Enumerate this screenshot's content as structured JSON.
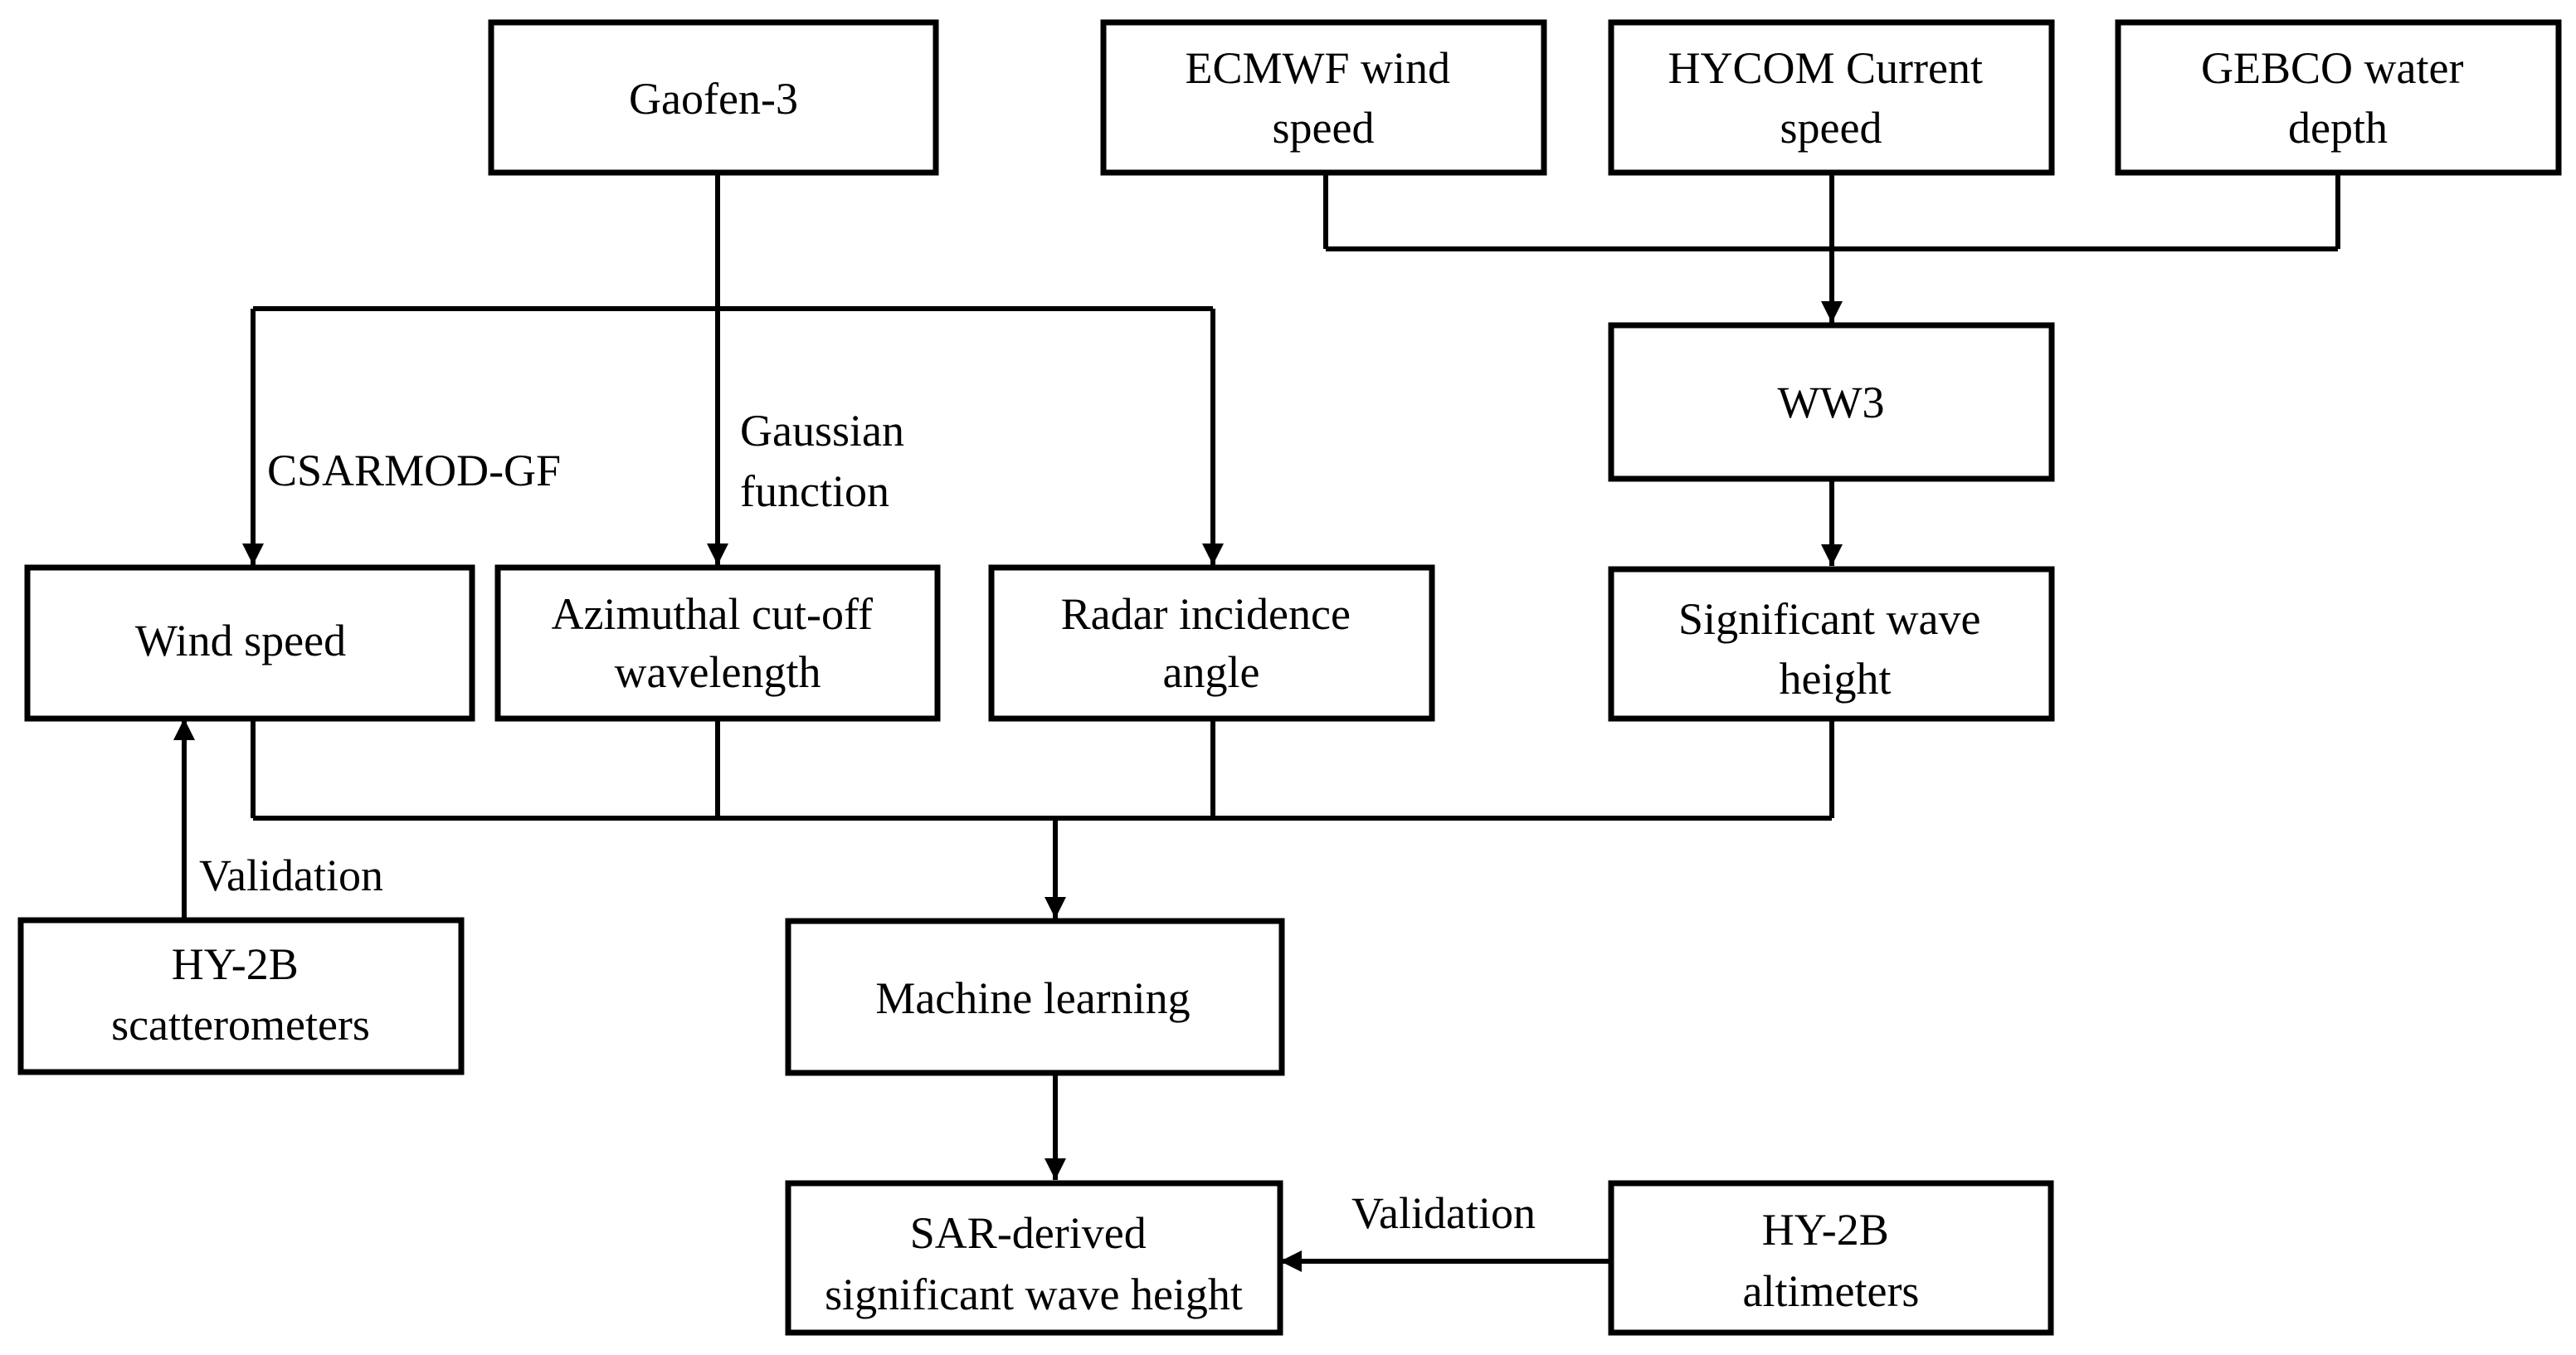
{
  "nodes": {
    "gaofen3": [
      "Gaofen-3"
    ],
    "ecmwf": [
      "ECMWF wind",
      "speed"
    ],
    "hycom": [
      "HYCOM Current",
      "speed"
    ],
    "gebco": [
      "GEBCO water",
      "depth"
    ],
    "ww3": [
      "WW3"
    ],
    "wind_speed": [
      "Wind speed"
    ],
    "azimuthal": [
      "Azimuthal cut-off",
      "wavelength"
    ],
    "radar": [
      "Radar incidence",
      "angle"
    ],
    "swh": [
      "Significant wave",
      "height"
    ],
    "hy2b_scat": [
      "HY-2B",
      "scatterometers"
    ],
    "ml": [
      "Machine learning"
    ],
    "sar_swh": [
      "SAR-derived",
      "significant wave height"
    ],
    "hy2b_alt": [
      "HY-2B",
      "altimeters"
    ]
  },
  "edge_labels": {
    "csarmod": [
      "CSARMOD-GF"
    ],
    "gaussian": [
      "Gaussian",
      "function"
    ],
    "validation_wind": [
      "Validation"
    ],
    "validation_sar": [
      "Validation"
    ]
  },
  "colors": {
    "stroke": "#000000",
    "background": "#ffffff"
  }
}
